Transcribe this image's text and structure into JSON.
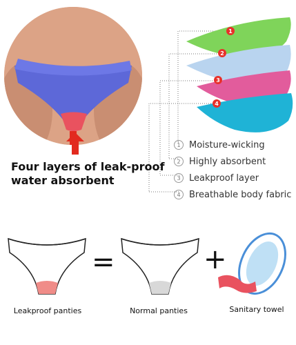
{
  "headline": {
    "line1": "Four layers of leak-proof",
    "line2": "water absorbent"
  },
  "layer_badges": [
    "1",
    "2",
    "3",
    "4"
  ],
  "layers": [
    {
      "num": "1",
      "label": "Moisture-wicking"
    },
    {
      "num": "2",
      "label": "Highly absorbent"
    },
    {
      "num": "3",
      "label": "Leakproof layer"
    },
    {
      "num": "4",
      "label": "Breathable body fabric"
    }
  ],
  "comparison": {
    "leakproof_label": "Leakproof panties",
    "normal_label": "Normal panties",
    "towel_label": "Sanitary towel",
    "equals_symbol": "=",
    "plus_symbol": "+"
  },
  "colors": {
    "layer1": "#7fd45a",
    "layer2": "#b9d4ef",
    "layer3": "#e25c9c",
    "layer4": "#1fb3d6",
    "badge": "#e8302a",
    "panties_blue": "#5d68d8",
    "gusset_pink": "#e9525f",
    "arrow_red": "#e22a1f"
  }
}
